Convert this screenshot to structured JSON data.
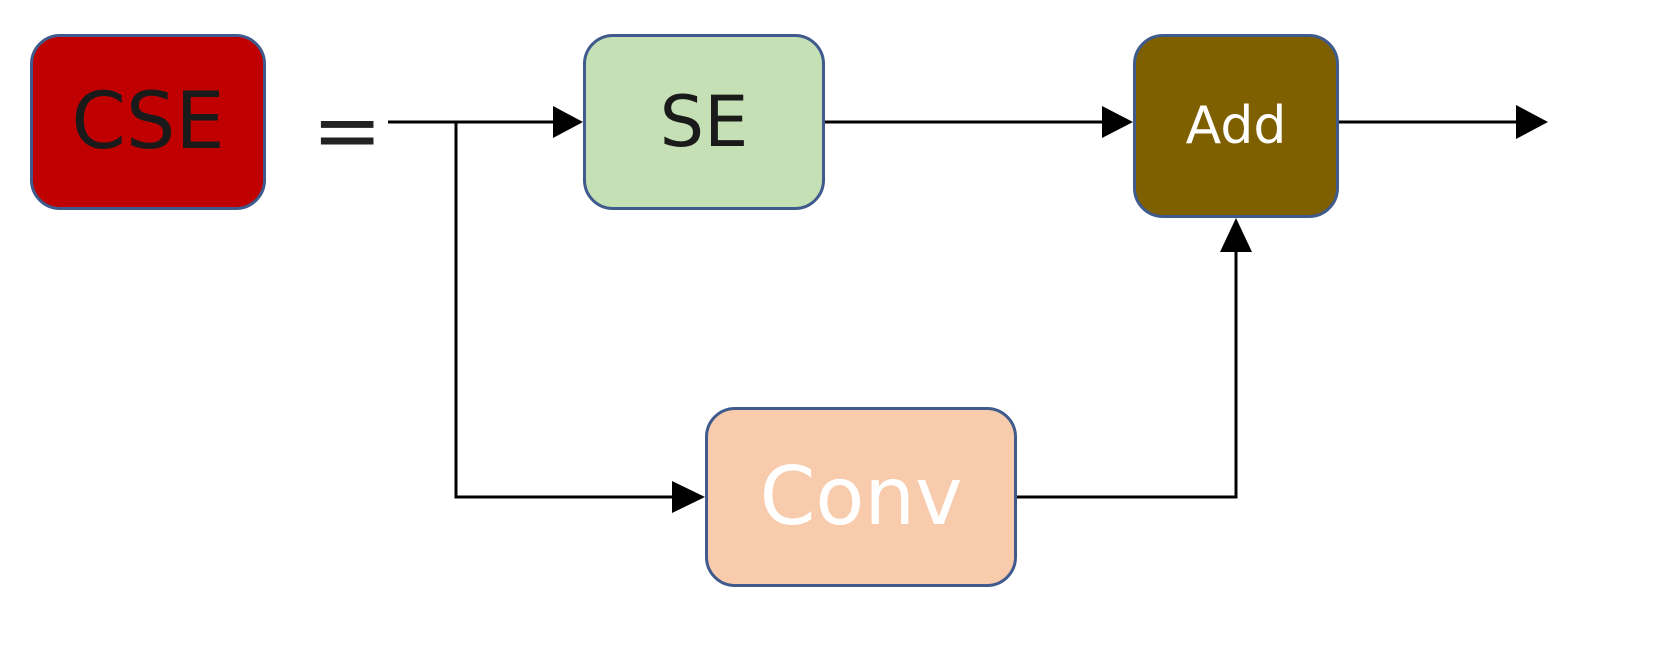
{
  "diagram": {
    "cse": {
      "label": "CSE",
      "fill": "#c00000",
      "text_color": "#1a1a1a"
    },
    "equals": "=",
    "se": {
      "label": "SE",
      "fill": "#c5e0b4",
      "text_color": "#1a1a1a"
    },
    "add": {
      "label": "Add",
      "fill": "#7f6000",
      "text_color": "#ffffff"
    },
    "conv": {
      "label": "Conv",
      "fill": "#f8cbad",
      "text_color": "#ffffff"
    },
    "border_color": "#3f5a8c",
    "arrow_color": "#000000"
  }
}
